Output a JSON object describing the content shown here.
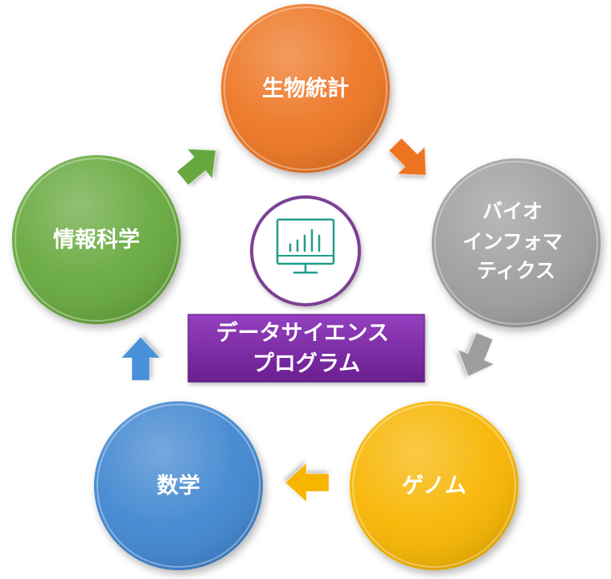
{
  "center": {
    "icon": "monitor-chart-icon",
    "title_lines": [
      "データサイエンス",
      "プログラム"
    ],
    "colors": {
      "ring": "#7b3f95",
      "icon": "#1f9e8a",
      "banner": "#7a2a9e"
    }
  },
  "nodes": [
    {
      "id": "biostatistics",
      "label_lines": [
        "生物統計"
      ],
      "color": "#ed7424"
    },
    {
      "id": "bioinformatics",
      "label_lines": [
        "バイオ",
        "インフォマ",
        "ティクス"
      ],
      "color": "#9e9e9e"
    },
    {
      "id": "genome",
      "label_lines": [
        "ゲノム"
      ],
      "color": "#f7b500"
    },
    {
      "id": "mathematics",
      "label_lines": [
        "数学"
      ],
      "color": "#3f86d0"
    },
    {
      "id": "informatics",
      "label_lines": [
        "情報科学"
      ],
      "color": "#66a83d"
    }
  ],
  "arrows": [
    {
      "from": "biostatistics",
      "to": "bioinformatics",
      "color": "#ed7424"
    },
    {
      "from": "bioinformatics",
      "to": "genome",
      "color": "#9e9e9e"
    },
    {
      "from": "genome",
      "to": "mathematics",
      "color": "#f7b500"
    },
    {
      "from": "mathematics",
      "to": "informatics",
      "color": "#4a90d9"
    },
    {
      "from": "informatics",
      "to": "biostatistics",
      "color": "#66a83d"
    }
  ]
}
